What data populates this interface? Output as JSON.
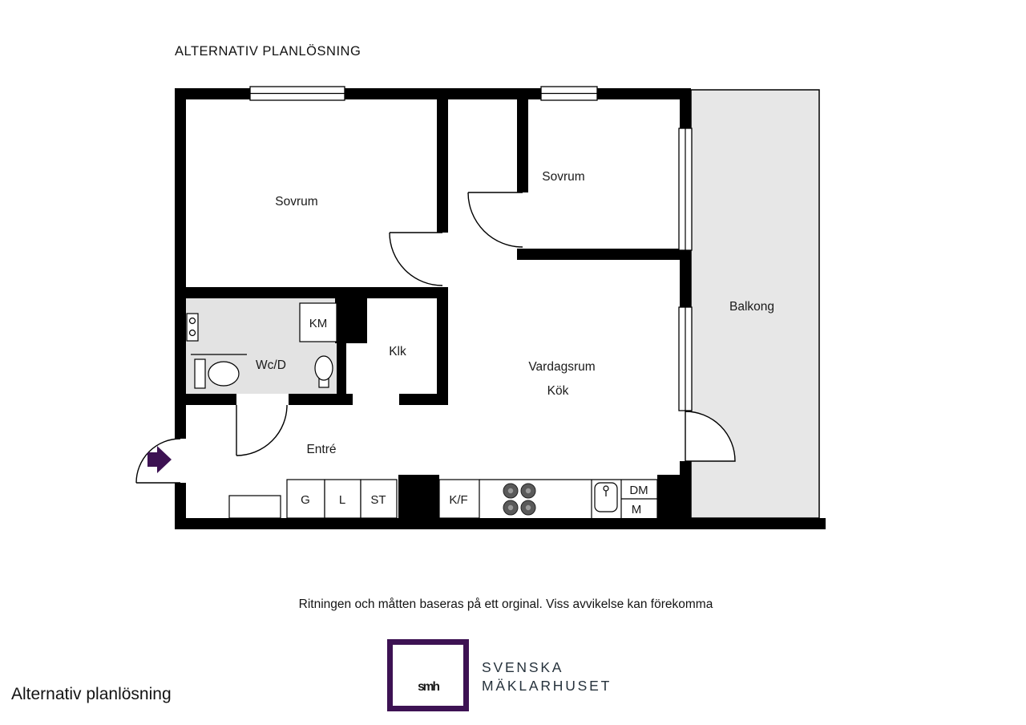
{
  "page": {
    "title": "ALTERNATIV PLANLÖSNING",
    "footer_note": "Ritningen och måtten baseras på ett orginal. Viss avvikelse kan förekomma",
    "caption": "Alternativ planlösning"
  },
  "floorplan": {
    "rooms": {
      "bedroom_left": "Sovrum",
      "bedroom_right": "Sovrum",
      "balcony": "Balkong",
      "walk_in_closet": "Klk",
      "bathroom": "Wc/D",
      "living_room": "Vardagsrum",
      "kitchen": "Kök",
      "entry": "Entré"
    },
    "labels": {
      "washer": "KM",
      "wardrobe": "G",
      "linen": "L",
      "storage": "ST",
      "fridge_freezer": "K/F",
      "dishwasher": "DM",
      "microwave": "M"
    },
    "colors": {
      "wall": "#000000",
      "balcony_floor": "#e7e7e7",
      "bathroom_floor": "#e3e3e3",
      "entry_arrow": "#3d1253"
    }
  },
  "brand": {
    "logo_text": "smh",
    "name_line1": "SVENSKA",
    "name_line2": "MÄKLARHUSET",
    "color": "#3d1253"
  }
}
